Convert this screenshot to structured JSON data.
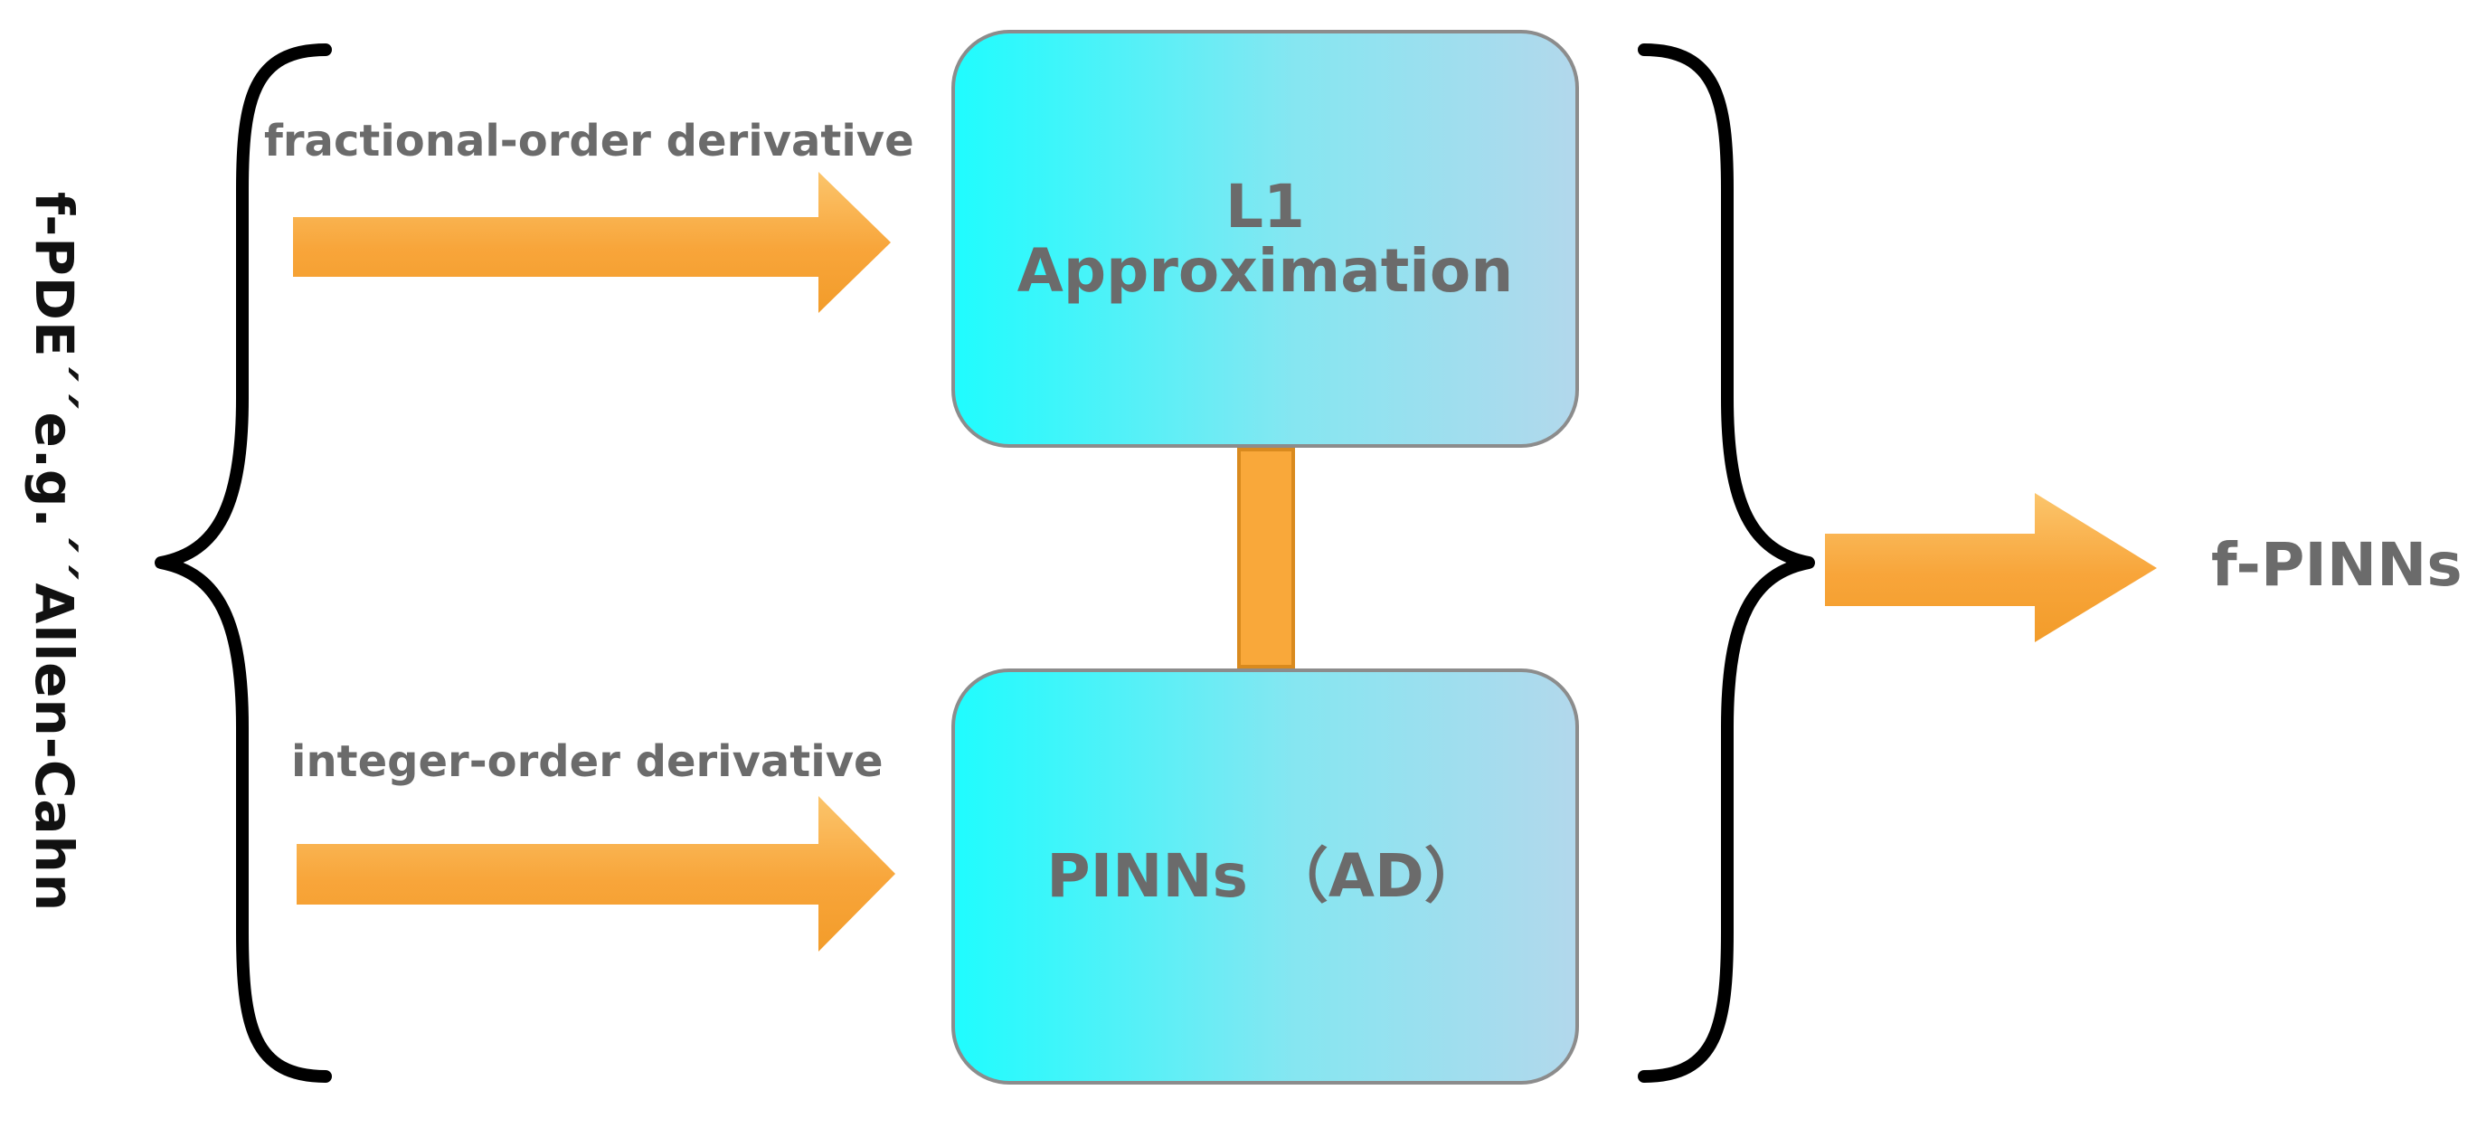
{
  "diagram": {
    "left_label": "f-PDE´´e.g.´´Allen-Cahn",
    "inputs": [
      {
        "label": "fractional-order derivative"
      },
      {
        "label": "integer-order derivative"
      }
    ],
    "boxes": [
      {
        "line1": "L1",
        "line2": "Approximation"
      },
      {
        "line1": "PINNs （AD）"
      }
    ],
    "output": {
      "label": "f-PINNs"
    },
    "colors": {
      "arrow_fill": "#f9a83a",
      "box_gradient_start": "#1ffcfe",
      "box_gradient_end": "#b2d8ec",
      "box_border": "#8c8c8c",
      "text_gray": "#6b6b6b",
      "brace": "#000000"
    }
  }
}
